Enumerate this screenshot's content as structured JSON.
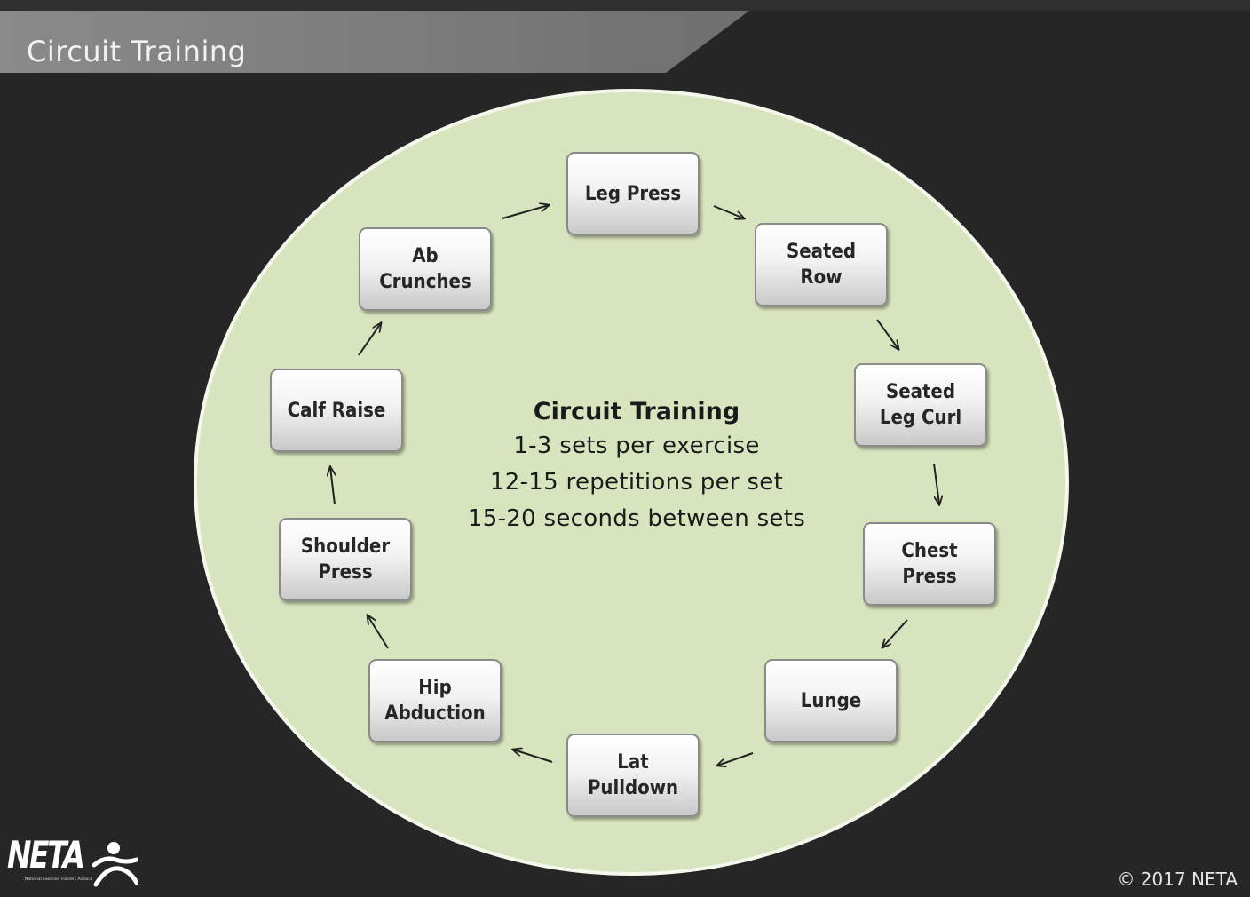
{
  "header": {
    "title": "Circuit Training"
  },
  "colors": {
    "background": "#262626",
    "banner": "#7f7f7f",
    "circle_fill": "#d8e4bd",
    "circle_border": "#f4f7ec",
    "node_border": "#8a8a8a",
    "text_dark": "#262626"
  },
  "diagram": {
    "nodes": [
      {
        "id": "leg-press",
        "label": "Leg Press"
      },
      {
        "id": "seated-row",
        "label": "Seated\nRow"
      },
      {
        "id": "seated-leg-curl",
        "label": "Seated\nLeg Curl"
      },
      {
        "id": "chest-press",
        "label": "Chest\nPress"
      },
      {
        "id": "lunge",
        "label": "Lunge"
      },
      {
        "id": "lat-pulldown",
        "label": "Lat\nPulldown"
      },
      {
        "id": "hip-abduction",
        "label": "Hip\nAbduction"
      },
      {
        "id": "shoulder-press",
        "label": "Shoulder\nPress"
      },
      {
        "id": "calf-raise",
        "label": "Calf Raise"
      },
      {
        "id": "ab-crunches",
        "label": "Ab\nCrunches"
      }
    ],
    "edges": [
      {
        "from": "leg-press",
        "to": "seated-row"
      },
      {
        "from": "seated-row",
        "to": "seated-leg-curl"
      },
      {
        "from": "seated-leg-curl",
        "to": "chest-press"
      },
      {
        "from": "chest-press",
        "to": "lunge"
      },
      {
        "from": "lunge",
        "to": "lat-pulldown"
      },
      {
        "from": "lat-pulldown",
        "to": "hip-abduction"
      },
      {
        "from": "hip-abduction",
        "to": "shoulder-press"
      },
      {
        "from": "shoulder-press",
        "to": "calf-raise"
      },
      {
        "from": "calf-raise",
        "to": "ab-crunches"
      },
      {
        "from": "ab-crunches",
        "to": "leg-press"
      }
    ],
    "center": {
      "heading": "Circuit Training",
      "lines": [
        "1-3 sets per exercise",
        "12-15 repetitions per set",
        "15-20 seconds between sets"
      ]
    }
  },
  "footer": {
    "logo": {
      "name": "NETA",
      "subtitle": "National Exercise Trainers Association",
      "icon": "running-person-icon"
    },
    "copyright": "© 2017 NETA"
  }
}
